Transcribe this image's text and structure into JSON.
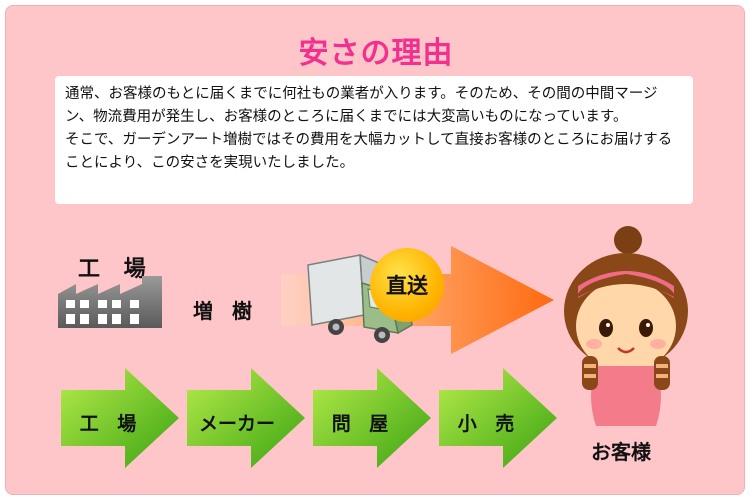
{
  "title": "安さの理由",
  "description": {
    "paragraph1": "通常、お客様のもとに届くまでに何社もの業者が入ります。そのため、その間の中間マージン、物流費用が発生し、お客様のところに届くまでには大変高いものになっています。",
    "paragraph2": "そこで、ガーデンアート増樹ではその費用を大幅カットして直接お客様のところにお届けすることにより、この安さを実現いたしました。"
  },
  "direct_route": {
    "factory_label": "工 場",
    "company_label": "増 樹",
    "direct_badge": "直送",
    "customer_label": "お客様"
  },
  "distribution_chain": [
    "工 場",
    "メーカー",
    "問 屋",
    "小 売"
  ],
  "colors": {
    "title": "#f2308f",
    "background": "#ffc6c9",
    "chain_arrow": "#5cc01c",
    "direct_arrow": "#ff7a20",
    "badge": "#ffc400"
  },
  "icons": {
    "factory": "factory-icon",
    "truck": "truck-icon",
    "customer": "customer-girl-icon"
  }
}
